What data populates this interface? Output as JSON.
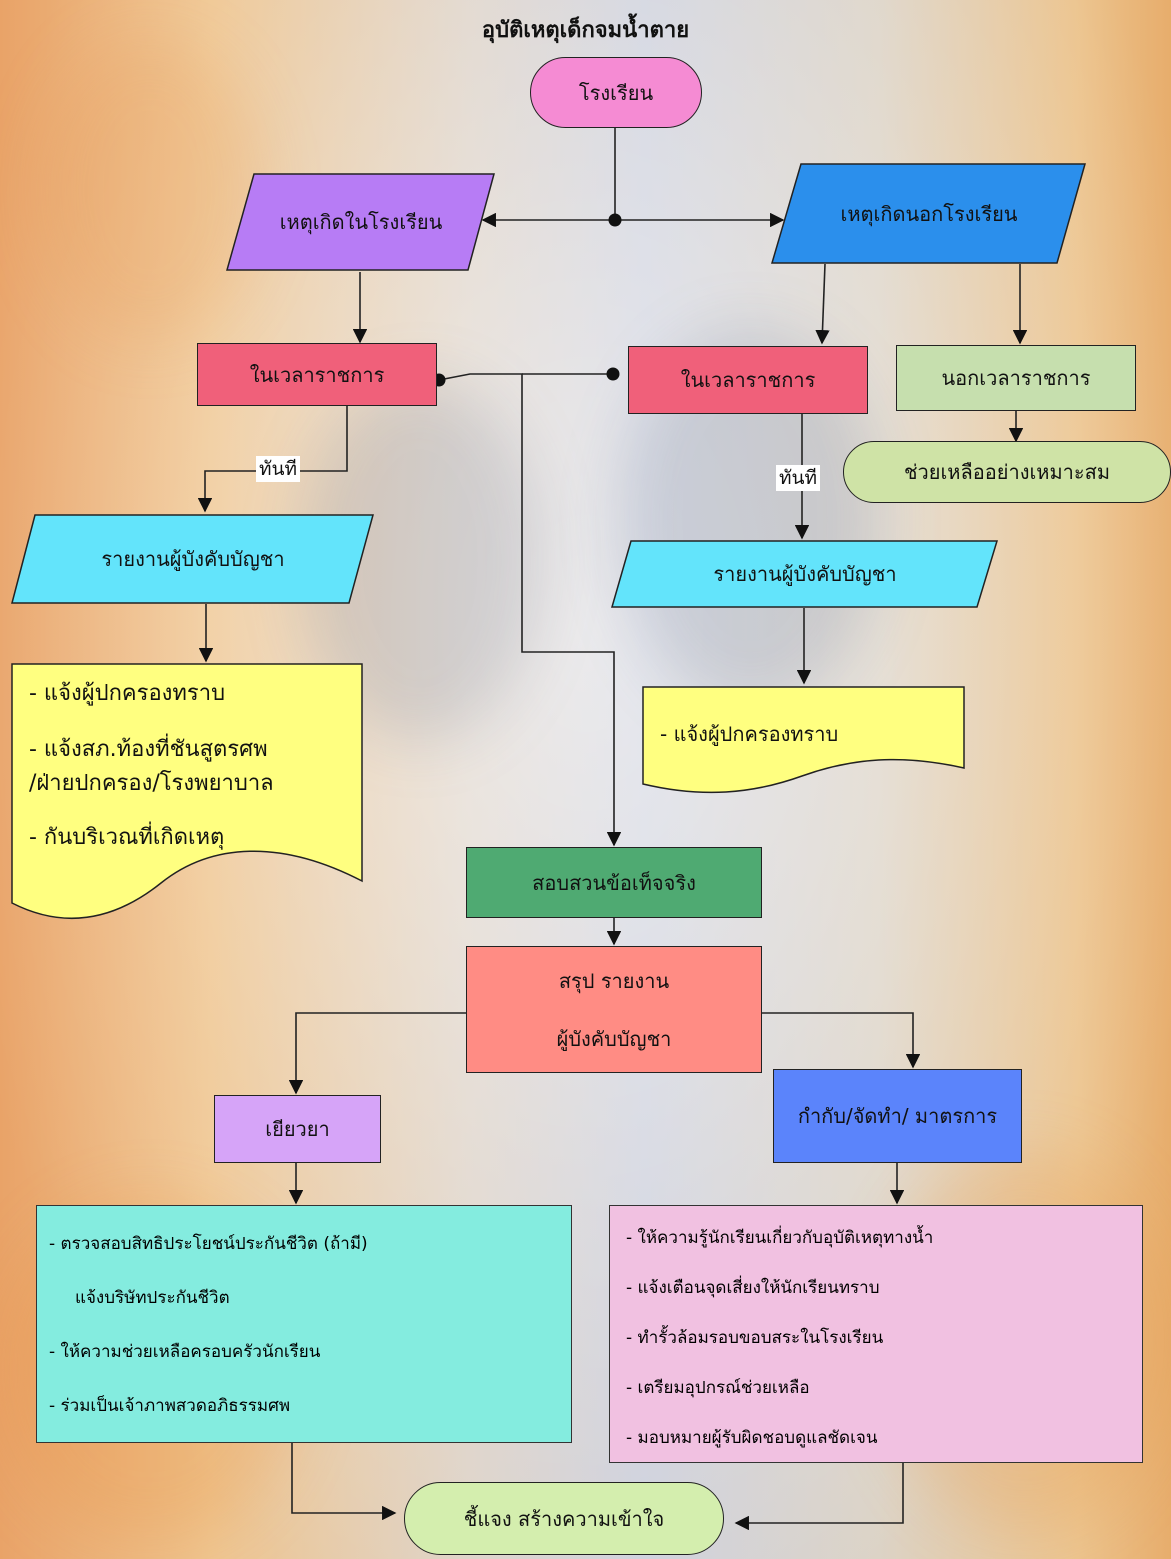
{
  "title": "อุบัติเหตุเด็กจมน้ำตาย",
  "nodes": {
    "school": "โรงเรียน",
    "in_school": "เหตุเกิดในโรงเรียน",
    "out_school": "เหตุเกิดนอกโรงเรียน",
    "office_hours_left": "ในเวลาราชการ",
    "office_hours_right": "ในเวลาราชการ",
    "after_hours": "นอกเวลาราชการ",
    "help_appropriately": "ช่วยเหลืออย่างเหมาะสม",
    "report_left": "รายงานผู้บังคับบัญชา",
    "report_right": "รายงานผู้บังคับบัญชา",
    "investigate": "สอบสวนข้อเท็จจริง",
    "summary_line1": "สรุป รายงาน",
    "summary_line2": "ผู้บังคับบัญชา",
    "visit": "เยียวยา",
    "measures": "กำกับ/จัดทำ/ มาตรการ",
    "explain": "ชี้แจง สร้างความเข้าใจ"
  },
  "edge_labels": {
    "immediate_left": "ทันที",
    "immediate_right": "ทันที"
  },
  "doc_left": [
    "- แจ้งผู้ปกครองทราบ",
    "- แจ้งสภ.ท้องที่ชันสูตรศพ",
    "/ฝ่ายปกครอง/โรงพยาบาล",
    "- กันบริเวณที่เกิดเหตุ"
  ],
  "doc_right": [
    "- แจ้งผู้ปกครองทราบ"
  ],
  "remedy_list": [
    "- ตรวจสอบสิทธิประโยชน์ประกันชีวิต (ถ้ามี)",
    "แจ้งบริษัทประกันชีวิต",
    "- ให้ความช่วยเหลือครอบครัวนักเรียน",
    "-  ร่วมเป็นเจ้าภาพสวดอภิธรรมศพ"
  ],
  "measure_list": [
    "- ให้ความรู้นักเรียนเกี่ยวกับอุบัติเหตุทางน้ำ",
    "- แจ้งเตือนจุดเสี่ยงให้นักเรียนทราบ",
    "- ทำรั้วล้อมรอบขอบสระในโรงเรียน",
    "- เตรียมอุปกรณ์ช่วยเหลือ",
    "- มอบหมายผู้รับผิดชอบดูแลชัดเจน"
  ],
  "colors": {
    "school": "#f58bd3",
    "in_school": "#b77cf5",
    "out_school": "#2b8fec",
    "office_hours": "#f0607a",
    "after_hours": "#c6dfae",
    "help": "#cfe3a6",
    "report": "#63e4fb",
    "doc": "#ffff80",
    "investigate": "#4faa72",
    "summary": "#ff8c84",
    "visit": "#d6a4f8",
    "measures": "#5b84fb",
    "remedy_list": "#84ecdf",
    "measure_list": "#f1c1e1",
    "explain": "#d4eeae"
  }
}
